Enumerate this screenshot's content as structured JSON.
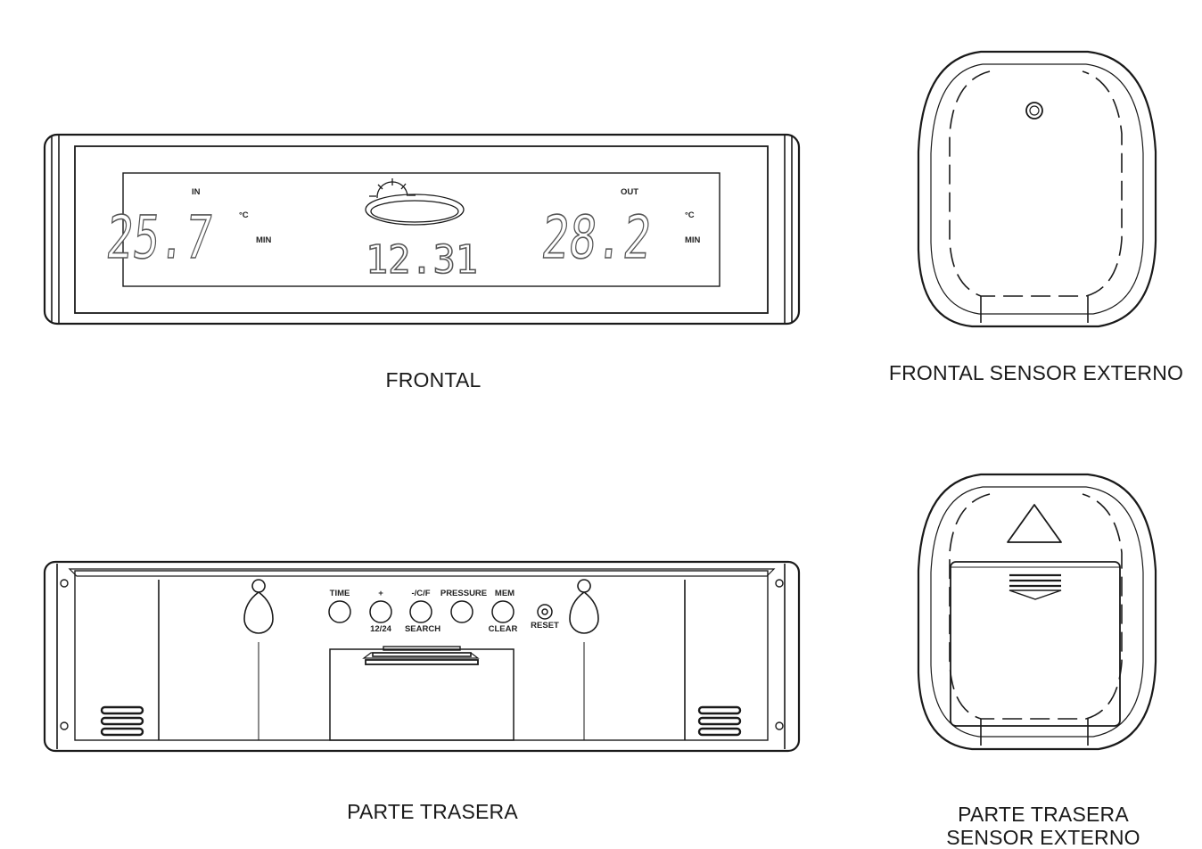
{
  "front_unit": {
    "caption": "FRONTAL",
    "display": {
      "in_label": "IN",
      "in_temp": "25.7",
      "out_label": "OUT",
      "out_temp": "28.2",
      "time": "12.31",
      "unit_symbol": "°C",
      "min_label": "MIN"
    }
  },
  "sensor_front": {
    "caption": "FRONTAL SENSOR EXTERNO"
  },
  "back_unit": {
    "caption": "PARTE TRASERA",
    "buttons": [
      {
        "top": "TIME",
        "bottom": ""
      },
      {
        "top": "+",
        "bottom": "12/24"
      },
      {
        "top": "-/C/F",
        "bottom": "SEARCH"
      },
      {
        "top": "PRESSURE",
        "bottom": ""
      },
      {
        "top": "MEM",
        "bottom": "CLEAR"
      }
    ],
    "reset_label": "RESET"
  },
  "sensor_back": {
    "caption_line1": "PARTE TRASERA",
    "caption_line2": "SENSOR EXTERNO"
  },
  "colors": {
    "line": "#1a1a1a",
    "background": "#ffffff"
  }
}
